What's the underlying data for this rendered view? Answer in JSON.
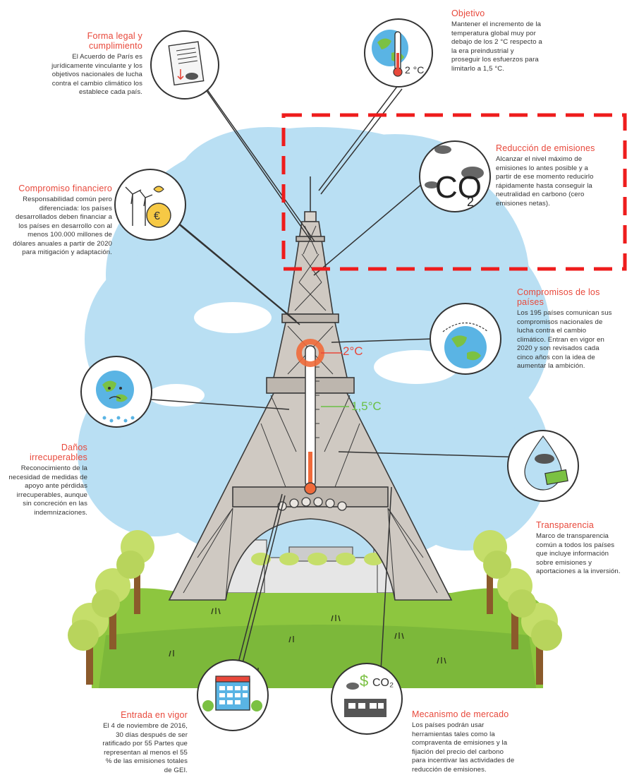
{
  "callouts": {
    "objetivo": {
      "title": "Objetivo",
      "text": "Mantener el incremento de la temperatura global muy por debajo de los 2 °C respecto a la era preindustrial y proseguir los esfuerzos para limitarlo a 1,5 °C."
    },
    "forma_legal": {
      "title": "Forma legal y cumplimiento",
      "text": "El Acuerdo de París es jurídicamente vinculante y los objetivos nacionales de lucha contra el cambio climático los establece cada país."
    },
    "reduccion": {
      "title": "Reducción de emisiones",
      "text": "Alcanzar el nivel máximo de emisiones lo antes posible y a partir de ese momento reducirlo rápidamente hasta conseguir la neutralidad en carbono (cero emisiones netas)."
    },
    "compromiso_financiero": {
      "title": "Compromiso financiero",
      "text": "Responsabilidad común pero diferenciada: los países desarrollados deben financiar a los países en desarrollo con al menos 100.000 millones de dólares anuales a partir de 2020 para mitigación y adaptación."
    },
    "compromisos_paises": {
      "title": "Compromisos de los países",
      "text": "Los 195 países comunican sus compromisos nacionales de lucha contra el cambio climático. Entran en vigor en 2020 y son revisados cada cinco años con la idea de aumentar la ambición."
    },
    "danos": {
      "title": "Daños irrecuperables",
      "text": "Reconocimiento de la necesidad de medidas de apoyo ante pérdidas irrecuperables, aunque sin concreción en las indemnizaciones."
    },
    "transparencia": {
      "title": "Transparencia",
      "text": "Marco de transparencia común a todos los países que incluye información sobre emisiones y aportaciones a la inversión."
    },
    "entrada_vigor": {
      "title": "Entrada en vigor",
      "text": "El 4 de noviembre de 2016, 30 días después de ser ratificado por 55 Partes que representan al menos el 55 % de las emisiones totales de GEI."
    },
    "mercado": {
      "title": "Mecanismo de mercado",
      "text": "Los países podrán usar herramientas tales como la compraventa de emisiones y la fijación del precio del carbono para incentivar las actividades de reducción de emisiones."
    }
  },
  "labels": {
    "temp_2": "2°C",
    "temp_15": "1,5°C",
    "thermo_icon_label": "2 °C",
    "co2": "CO",
    "co2_sub": "2",
    "co2_small": "CO₂",
    "dollar": "$",
    "euro": "€"
  },
  "colors": {
    "accent_red": "#e8483b",
    "sky": "#b9dff3",
    "grass": "#8dc63f",
    "tower": "#cfc9c2",
    "green_label": "#6abf45"
  }
}
